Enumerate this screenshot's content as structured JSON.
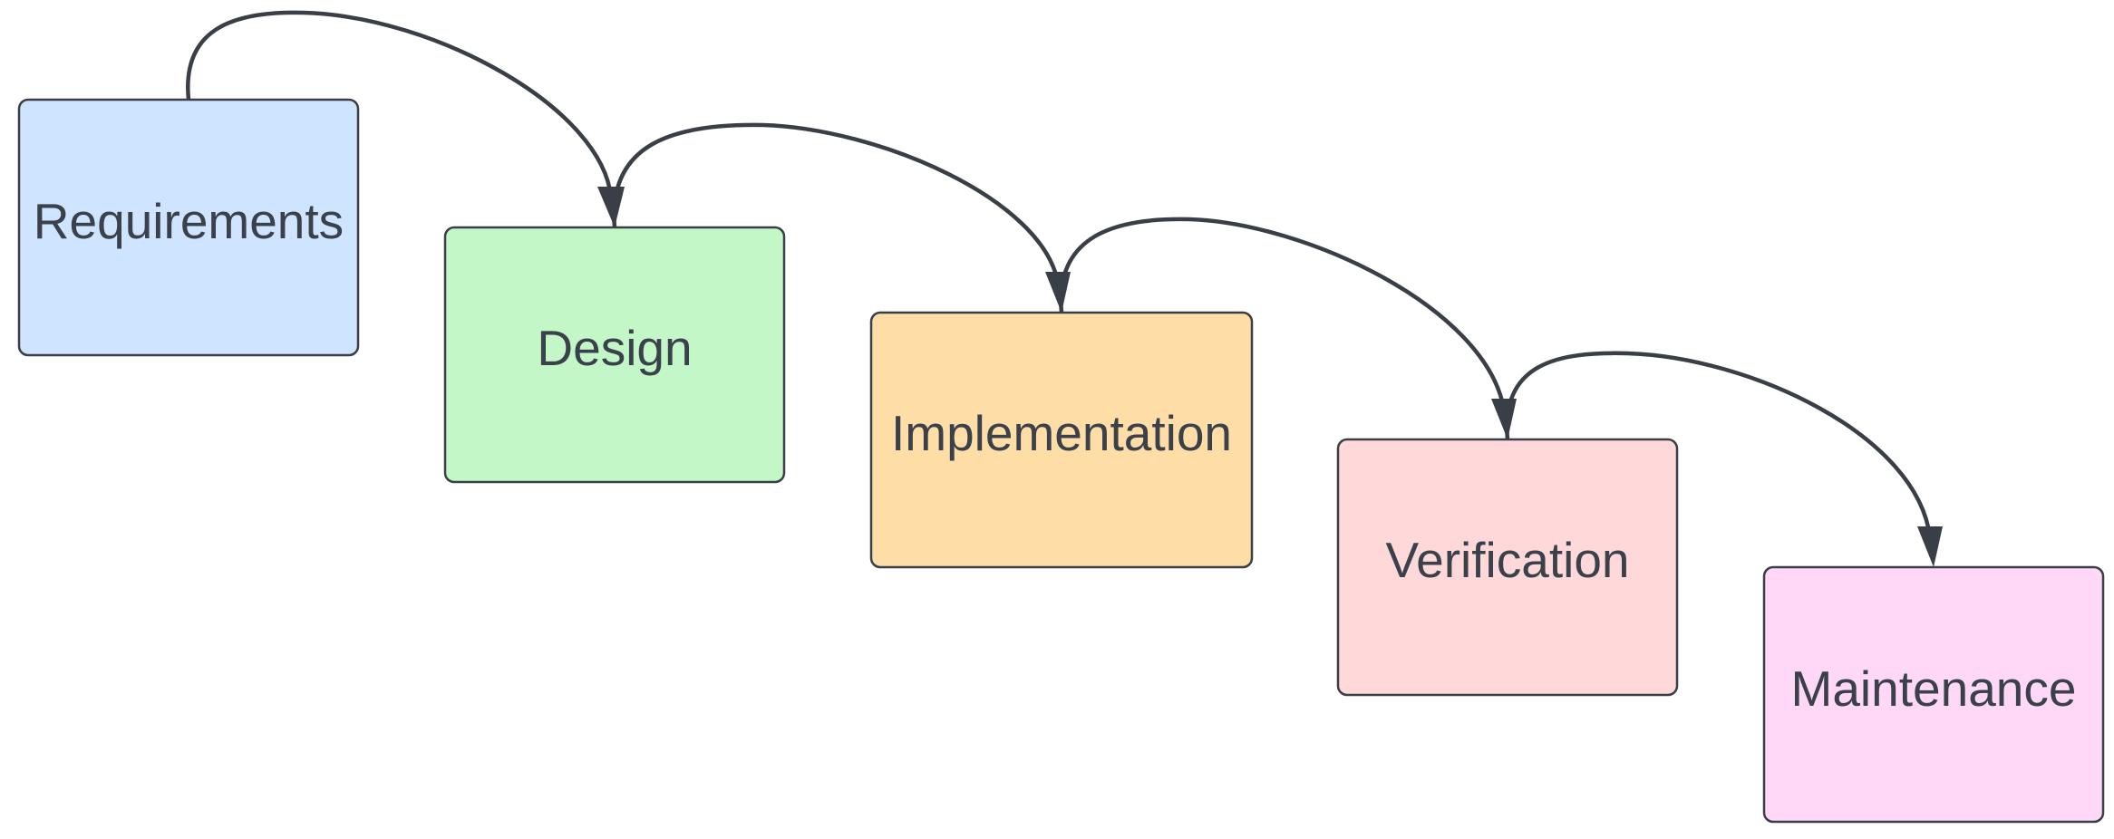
{
  "diagram": {
    "stages": [
      {
        "id": "requirements",
        "label": "Requirements",
        "fill": "#cfe4ff"
      },
      {
        "id": "design",
        "label": "Design",
        "fill": "#c3f7c8"
      },
      {
        "id": "implementation",
        "label": "Implementation",
        "fill": "#ffdda6"
      },
      {
        "id": "verification",
        "label": "Verification",
        "fill": "#ffd9da"
      },
      {
        "id": "maintenance",
        "label": "Maintenance",
        "fill": "#ffd8f7"
      }
    ],
    "connections": [
      {
        "from": "requirements",
        "to": "design"
      },
      {
        "from": "design",
        "to": "implementation"
      },
      {
        "from": "implementation",
        "to": "verification"
      },
      {
        "from": "verification",
        "to": "maintenance"
      }
    ],
    "colors": {
      "stroke": "#3a3f47",
      "text": "#3a414b",
      "background": "#ffffff"
    }
  }
}
